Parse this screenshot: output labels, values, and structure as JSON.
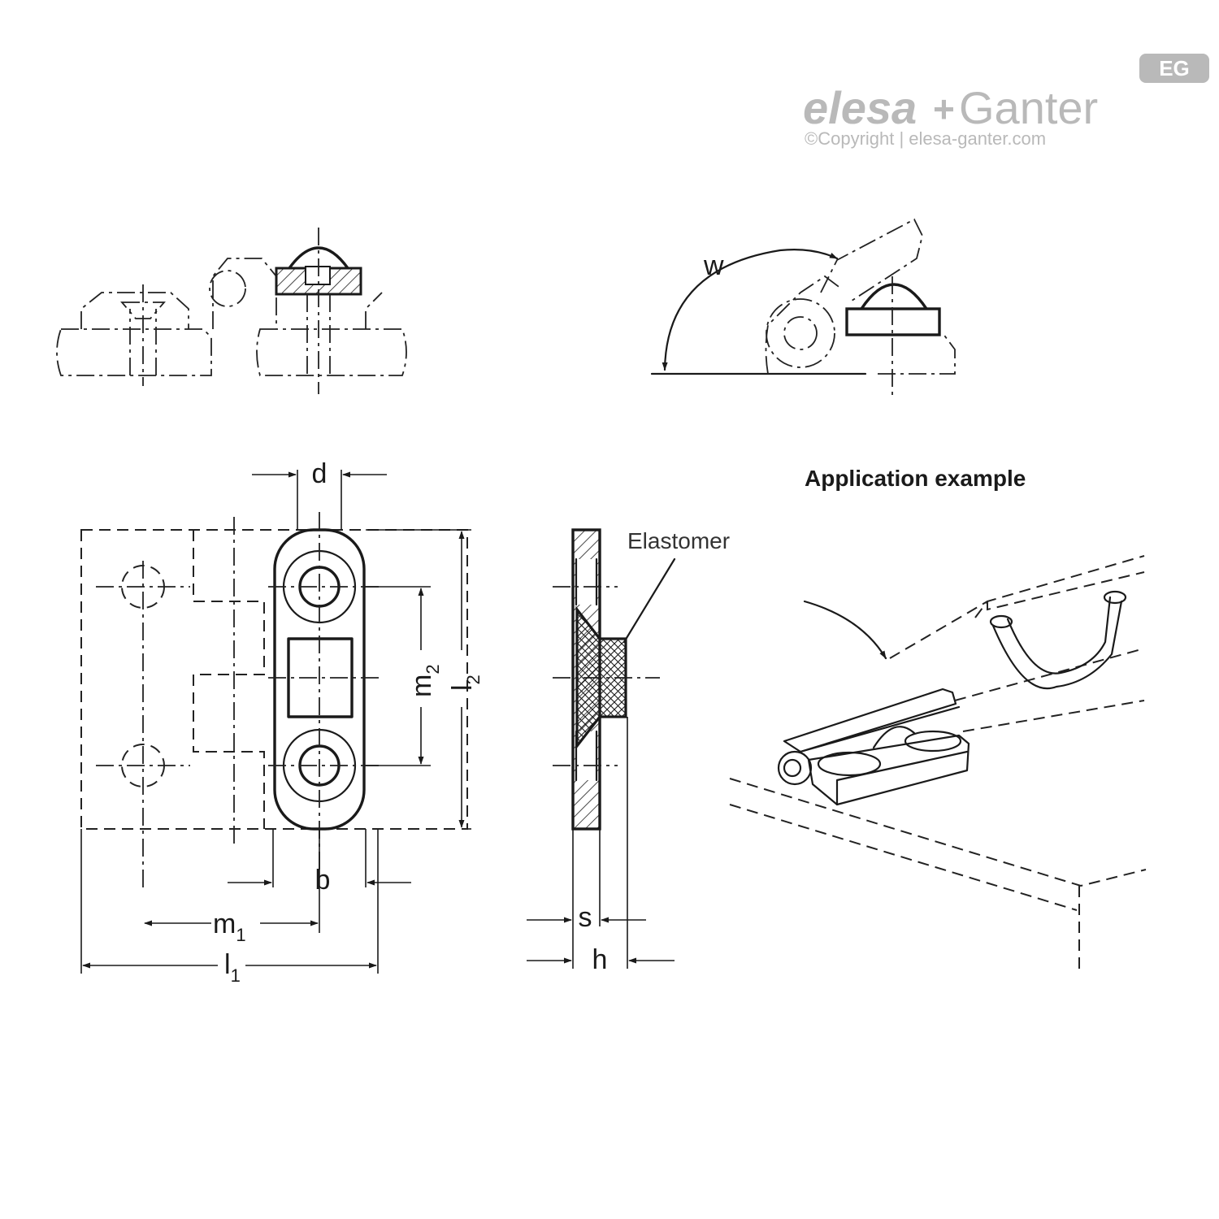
{
  "logo": {
    "badge": "EG",
    "brand_part1": "elesa",
    "brand_plus": "+",
    "brand_part2": "Ganter",
    "copyright": "©Copyright | elesa-ganter.com"
  },
  "labels": {
    "angle": "w",
    "d": "d",
    "b": "b",
    "m1_main": "m",
    "m1_sub": "1",
    "l1_main": "l",
    "l1_sub": "1",
    "m2_main": "m",
    "m2_sub": "2",
    "l2_main": "l",
    "l2_sub": "2",
    "s": "s",
    "h": "h",
    "elastomer": "Elastomer"
  },
  "application_title": "Application example",
  "colors": {
    "line": "#1a1a1a",
    "logo_grey": "#b9b9b9"
  }
}
